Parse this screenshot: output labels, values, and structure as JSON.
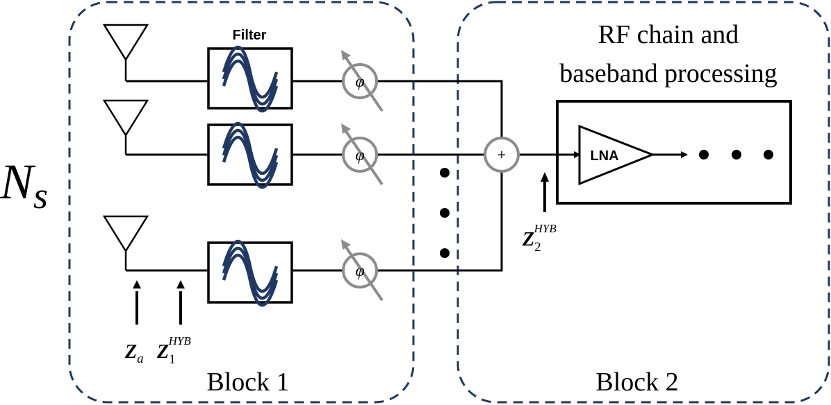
{
  "labels": {
    "ns_letter": "N",
    "ns_sub": "s",
    "filter": "Filter",
    "rf_line1": "RF chain and",
    "rf_line2": "baseband processing",
    "lna": "LNA",
    "phase_symbol": "φ",
    "combiner_symbol": "+",
    "block1": "Block 1",
    "block2": "Block 2",
    "za_base": "Z",
    "za_sub": "a",
    "z1_base": "Z",
    "z1_sub": "1",
    "z1_sup": "HYB",
    "z2_base": "Z",
    "z2_sub": "2",
    "z2_sup": "HYB"
  },
  "colors": {
    "block_border": "#1f3864",
    "wire": "#000000",
    "phase_shifter": "#8c8c8c",
    "filter_wave": "#1f3864"
  }
}
